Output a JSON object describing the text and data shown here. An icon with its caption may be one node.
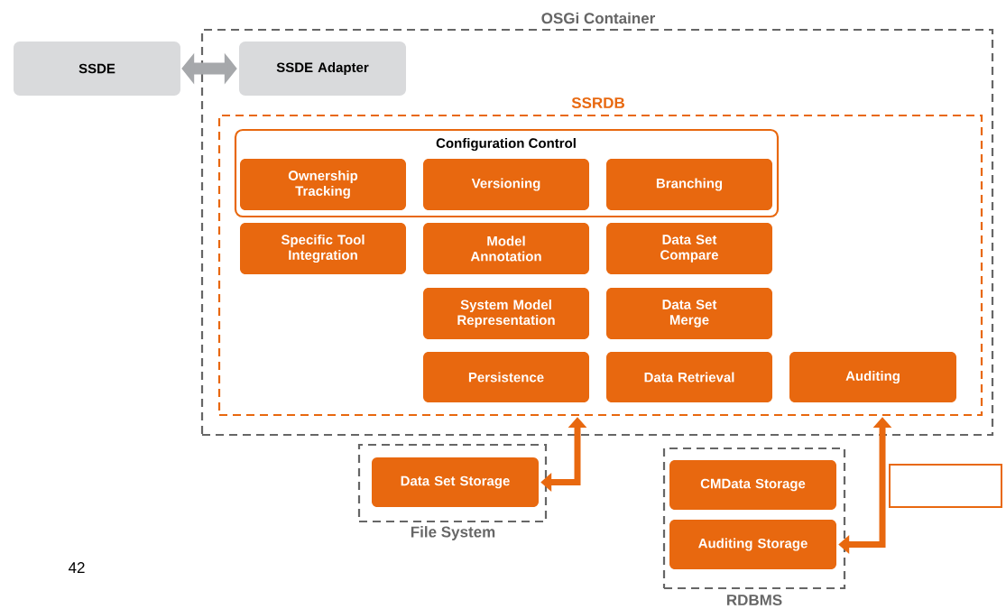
{
  "diagram": {
    "nodes": [
      {
        "text": [
          "OSGi Container"
        ]
      },
      {
        "text": [
          "SSDE"
        ]
      },
      {
        "text": [
          "SSDE Adapter"
        ],
        "in": 0
      },
      {
        "text": [
          "SSRDB"
        ],
        "in": 0
      },
      {
        "text": [
          "Configuration Control"
        ],
        "in": 3
      },
      {
        "text": [
          "Ownership Tracking"
        ],
        "in": 4
      },
      {
        "text": [
          "Versioning"
        ],
        "in": 4
      },
      {
        "text": [
          "Branching"
        ],
        "in": 4
      },
      {
        "text": [
          "Specific Tool Integration"
        ],
        "in": 3
      },
      {
        "text": [
          "Model Annotation"
        ],
        "in": 3
      },
      {
        "text": [
          "Data Set Compare"
        ],
        "in": 3
      },
      {
        "text": [
          "System Model Representation"
        ],
        "in": 3
      },
      {
        "text": [
          "Data Set Merge"
        ],
        "in": 3
      },
      {
        "text": [
          "Persistence"
        ],
        "in": 3
      },
      {
        "text": [
          "Data Retrieval"
        ],
        "in": 3
      },
      {
        "text": [
          "Auditing"
        ],
        "in": 3
      },
      {
        "text": [
          "File System"
        ]
      },
      {
        "text": [
          "Data Set Storage"
        ],
        "in": 16
      },
      {
        "text": [
          "RDBMS"
        ]
      },
      {
        "text": [
          "CMData Storage"
        ],
        "in": 18
      },
      {
        "text": [
          "Auditing Storage"
        ],
        "in": 18
      },
      {
        "text": [],
        "shape": "box"
      }
    ],
    "edges": [
      {
        "from": 1,
        "to": 2,
        "arrow": "both",
        "style": "thick",
        "color": "#a6a8ab"
      },
      {
        "from": 3,
        "to": 17,
        "arrow": "both"
      },
      {
        "from": 3,
        "to": 20,
        "arrow": "both"
      }
    ],
    "labels": [
      "42"
    ]
  }
}
